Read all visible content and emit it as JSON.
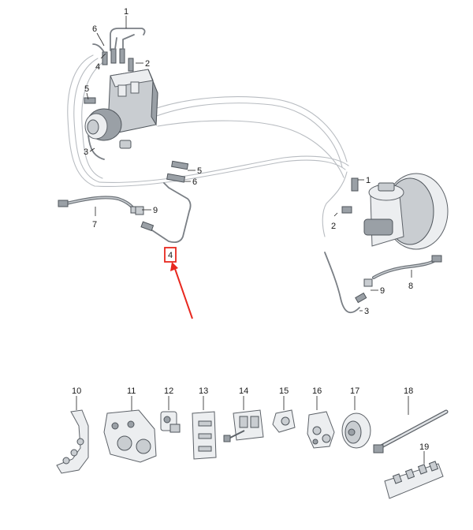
{
  "diagram": {
    "labels": {
      "l1_top": "1",
      "l6_top": "6",
      "l4_top": "4",
      "l2_top": "2",
      "l5_left": "5",
      "l3_left": "3",
      "l5_mid": "5",
      "l6_mid": "6",
      "l9_left": "9",
      "l7": "7",
      "l4_highlight": "4",
      "l1_right": "1",
      "l2_right": "2",
      "l8": "8",
      "l9_right": "9",
      "l3_right": "3",
      "p10": "10",
      "p11": "11",
      "p12": "12",
      "p13": "13",
      "p14": "14",
      "p15": "15",
      "p16": "16",
      "p17": "17",
      "p18": "18",
      "p19": "19"
    },
    "colors": {
      "highlight": "#e8281f",
      "pipe": "#7a7f85",
      "part": "#eceef0"
    }
  }
}
